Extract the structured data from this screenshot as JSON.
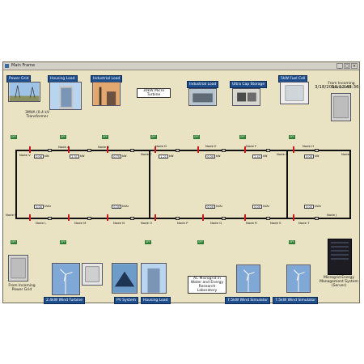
{
  "window": {
    "title": "Main Frame"
  },
  "datetime": "3/18/2010 12:48:36",
  "loads_top": [
    {
      "id": "power-grid",
      "label": "Power Grid"
    },
    {
      "id": "housing-load",
      "label": "Housing Load"
    },
    {
      "id": "industrial-load",
      "label": "Industrial Load"
    },
    {
      "id": "industrial-load-2",
      "label": "Industrial Load"
    },
    {
      "id": "ultra-cap",
      "label": "Ultra Cap Storage"
    },
    {
      "id": "fuel-cell",
      "label": "5kW Fuel Cell"
    }
  ],
  "loads_bottom": [
    {
      "id": "wind-turbine",
      "label": "2.4kW Wind Turbine"
    },
    {
      "id": "pv-system",
      "label": "PV System"
    },
    {
      "id": "housing-load-2",
      "label": "Housing Load"
    },
    {
      "id": "wind-sim-1",
      "label": "7.5kW Wind Simulator"
    },
    {
      "id": "wind-sim-2",
      "label": "7.5kW Wind Simulator"
    }
  ],
  "notes": {
    "micro_turbine": "30kW Micro Turbine",
    "transformer": "3MVA (0.4 kV Transformer",
    "incoming_top": "From Incoming Power Grid",
    "incoming_bottom": "From Incoming Power Grid",
    "ac_microgrid": "AC Microgrid in Water and Energy Research Laboratory",
    "ems": "Microgrid Energy Management System (Server)"
  },
  "nodes_top": [
    "Node V",
    "Node A",
    "Node B",
    "Node C",
    "Node D",
    "Node E",
    "Node F",
    "Node G",
    "Node H",
    "Node I"
  ],
  "nodes_bottom": [
    "Node K",
    "Node L",
    "Node M",
    "Node N",
    "Node O",
    "Node P",
    "Node Q",
    "Node R",
    "Node S",
    "Node T",
    "Node J"
  ],
  "units": {
    "kw": "kW",
    "kvar": "kVAr",
    "off": "OFF"
  },
  "meter_values": [
    "0.00",
    "0.00",
    "2.31",
    "0.75",
    "1.21",
    "0.00",
    "0.00",
    "0.00",
    "2.42",
    "0.00",
    "0.00",
    "0.00"
  ]
}
